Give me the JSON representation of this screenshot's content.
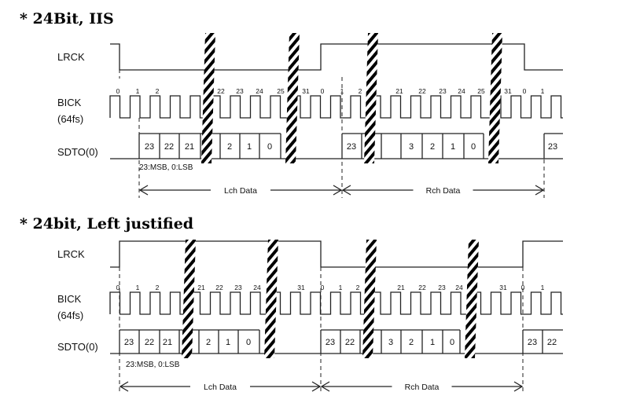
{
  "diagrams": [
    {
      "title": "* 24Bit, IIS",
      "signals": {
        "lrck": "LRCK",
        "bick": "BICK",
        "bick_sub": "(64fs)",
        "sdto": "SDTO(0)"
      },
      "bick_ticks": [
        "0",
        "1",
        "2",
        "22",
        "23",
        "24",
        "25",
        "31",
        "0",
        "1",
        "2",
        "21",
        "22",
        "23",
        "24",
        "25",
        "31",
        "0",
        "1"
      ],
      "sdto_bits": [
        "23",
        "22",
        "21",
        "2",
        "1",
        "0",
        "23",
        "3",
        "2",
        "1",
        "0",
        "23"
      ],
      "note": "23:MSB, 0:LSB",
      "spans": [
        "Lch Data",
        "Rch Data"
      ]
    },
    {
      "title": "* 24bit, Left justified",
      "signals": {
        "lrck": "LRCK",
        "bick": "BICK",
        "bick_sub": "(64fs)",
        "sdto": "SDTO(0)"
      },
      "bick_ticks": [
        "0",
        "1",
        "2",
        "21",
        "22",
        "23",
        "24",
        "31",
        "0",
        "1",
        "2",
        "21",
        "22",
        "23",
        "24",
        "31",
        "0",
        "1"
      ],
      "sdto_bits": [
        "23",
        "22",
        "21",
        "2",
        "1",
        "0",
        "23",
        "22",
        "3",
        "2",
        "1",
        "0",
        "23",
        "22"
      ],
      "note": "23:MSB, 0:LSB",
      "spans": [
        "Lch Data",
        "Rch Data"
      ]
    }
  ]
}
